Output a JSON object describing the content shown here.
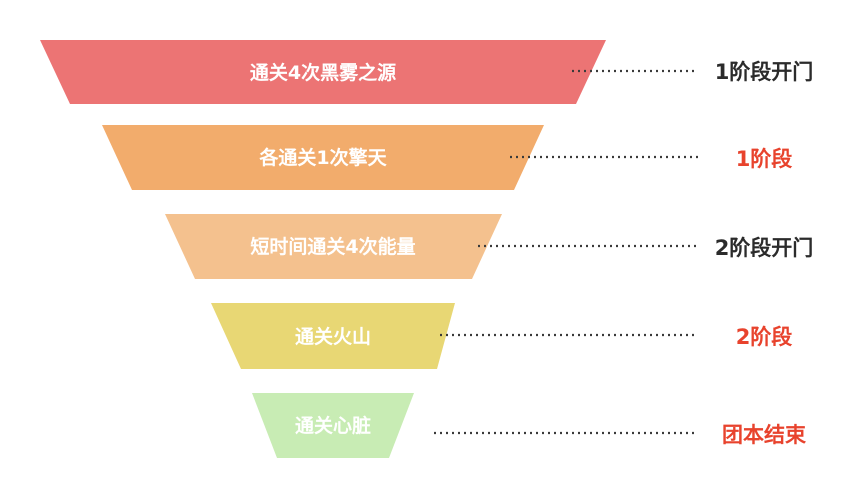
{
  "funnel": {
    "tiers": [
      {
        "label": "通关4次黑雾之源",
        "stage": "1阶段开门",
        "fill": "#ec7474",
        "stage_color": "#2b2b2b"
      },
      {
        "label": "各通关1次擎天",
        "stage": "1阶段",
        "fill": "#f2ac6c",
        "stage_color": "#e8432d"
      },
      {
        "label": "短时间通关4次能量",
        "stage": "2阶段开门",
        "fill": "#f4c18e",
        "stage_color": "#2b2b2b"
      },
      {
        "label": "通关火山",
        "stage": "2阶段",
        "fill": "#e8d774",
        "stage_color": "#e8432d"
      },
      {
        "label": "通关心脏",
        "stage": "团本结束",
        "fill": "#c8ecb4",
        "stage_color": "#e8432d"
      }
    ],
    "connector_color": "#3a3a3a"
  }
}
